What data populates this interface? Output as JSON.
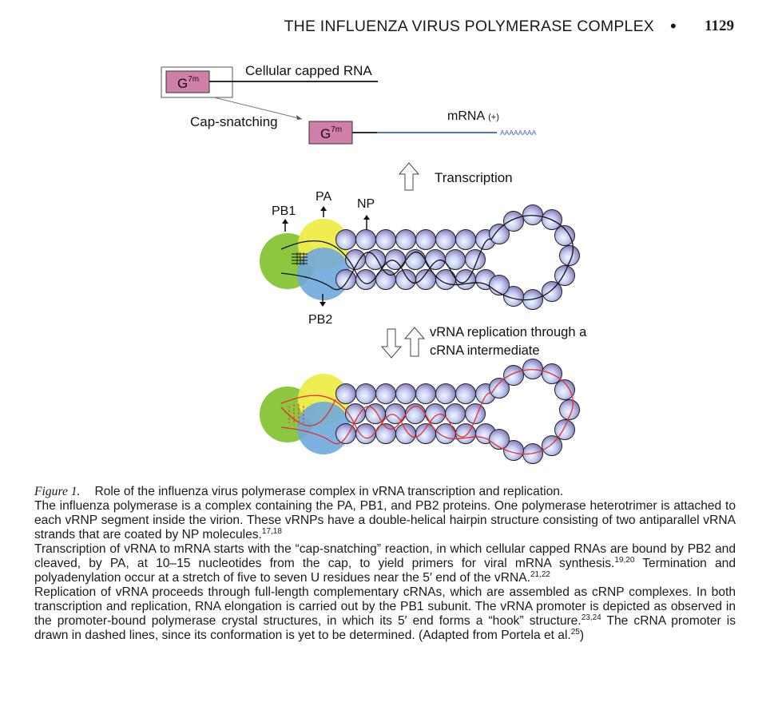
{
  "header": {
    "running_head": "THE INFLUENZA VIRUS POLYMERASE COMPLEX",
    "bullet": "•",
    "page_number": "1129"
  },
  "figure": {
    "cap_label": "G",
    "cap_sup": "7m",
    "cellular_rna_label": "Cellular capped RNA",
    "cap_snatching_label": "Cap-snatching",
    "mrna_label": "mRNA",
    "mrna_sign": "(+)",
    "polya_label": "AAAAAAAA",
    "transcription_label": "Transcription",
    "pb1_label": "PB1",
    "pa_label": "PA",
    "np_label": "NP",
    "pb2_label": "PB2",
    "replication_label_1": "vRNA replication through a",
    "replication_label_2": "cRNA intermediate",
    "colors": {
      "pb1_green": "#8dc63f",
      "pa_yellow": "#eded4a",
      "pb2_blue": "#6fa8dc",
      "np_purple": "#9b8cc4",
      "cap_pink": "#d07fa8",
      "mrna_blue": "#3a5fc8",
      "crna_red": "#e23030"
    }
  },
  "caption": {
    "label": "Figure 1.",
    "title": "Role of the influenza virus polymerase complex in vRNA transcription and replication.",
    "p1": "The influenza polymerase is a complex containing the PA, PB1, and PB2 proteins. One polymerase heterotrimer is attached to each vRNP segment inside the virion. These vRNPs have a double-helical hairpin structure consisting of two antiparallel vRNA strands that are coated by NP molecules.",
    "p1_ref": "17,18",
    "p2a": "Transcription of vRNA to mRNA starts with the “cap-snatching” reaction, in which cellular capped RNAs are bound by PB2 and cleaved, by PA, at 10–15 nucleotides from the cap, to yield primers for viral mRNA synthesis.",
    "p2a_ref": "19,20",
    "p2b": " Termination and polyadenylation occur at a stretch of five to seven U residues near the 5′ end of the vRNA.",
    "p2b_ref": "21,22",
    "p3a": "Replication of vRNA proceeds through full-length complementary cRNAs, which are assembled as cRNP complexes. In both transcription and replication, RNA elongation is carried out by the PB1 subunit. The vRNA promoter is depicted as observed in the promoter-bound polymerase crystal structures, in which its 5′ end forms a “hook” structure.",
    "p3a_ref": "23,24",
    "p3b": " The cRNA promoter is drawn in dashed lines, since its conformation is yet to be determined. (Adapted from Portela et al.",
    "p3b_ref": "25",
    "p3c": ")"
  }
}
